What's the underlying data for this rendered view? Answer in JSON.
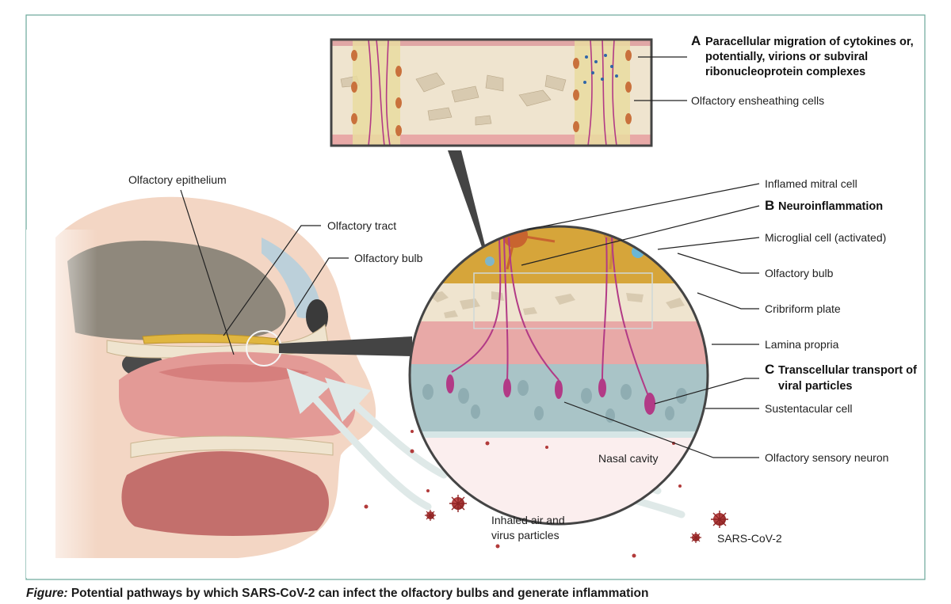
{
  "caption": {
    "prefix": "Figure:",
    "text": "Potential pathways by which SARS-CoV-2 can infect the olfactory bulbs and generate inflammation"
  },
  "labels": {
    "olfactory_epithelium": "Olfactory epithelium",
    "olfactory_tract": "Olfactory tract",
    "olfactory_bulb_left": "Olfactory bulb",
    "inhaled_line1": "Inhaled air and",
    "inhaled_line2": "virus particles",
    "nasal_cavity": "Nasal cavity",
    "sars": "SARS-CoV-2",
    "olfactory_ensheathing_cells": "Olfactory ensheathing cells",
    "inflamed_mitral_cell": "Inflamed mitral cell",
    "microglial_cell": "Microglial cell (activated)",
    "olfactory_bulb_right": "Olfactory bulb",
    "cribriform_plate": "Cribriform plate",
    "lamina_propria": "Lamina propria",
    "sustentacular_cell": "Sustentacular cell",
    "olfactory_sensory_neuron": "Olfactory sensory neuron"
  },
  "pathways": {
    "a": {
      "letter": "A",
      "line1": "Paracellular migration of cytokines or,",
      "line2": "potentially, virions or subviral",
      "line3": "ribonucleoprotein complexes"
    },
    "b": {
      "letter": "B",
      "line1": "Neuroinflammation"
    },
    "c": {
      "letter": "C",
      "line1": "Transcellular transport of",
      "line2": "viral particles"
    }
  },
  "colors": {
    "frame": "#6aa79a",
    "bulb_gold": "#d6a53a",
    "bone": "#efe4cf",
    "lamina_pink": "#e8a9a7",
    "epithelium_teal": "#a9c4c7",
    "neuron_magenta": "#b23a86",
    "virus_red": "#b23a3a",
    "skin": "#f4d8c8",
    "brain_gray": "#8f887c"
  }
}
